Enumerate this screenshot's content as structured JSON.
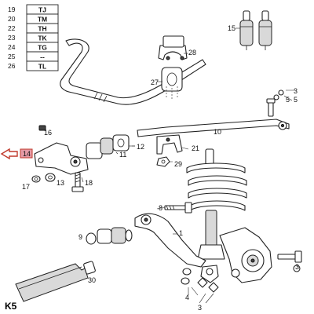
{
  "colors": {
    "highlight_fill": "#e59aa6",
    "highlight_stroke": "#c0392b",
    "line": "#222222"
  },
  "table": [
    {
      "num": "19",
      "code": "TJ"
    },
    {
      "num": "20",
      "code": "TM"
    },
    {
      "num": "22",
      "code": "TH"
    },
    {
      "num": "23",
      "code": "TK"
    },
    {
      "num": "24",
      "code": "TG"
    },
    {
      "num": "25",
      "code": "--"
    },
    {
      "num": "26",
      "code": "TL"
    }
  ],
  "labels": {
    "p1": "1",
    "p3a": "3",
    "p3b": "3",
    "p3c": "3",
    "p4": "4",
    "p5a": "5",
    "p5b": "5",
    "p8": "8",
    "p9": "9",
    "p10": "10",
    "p11": "11",
    "p12": "12",
    "p13": "13",
    "p14": "14",
    "p15": "15",
    "p16": "16",
    "p17": "17",
    "p18": "18",
    "p21": "21",
    "p27": "27",
    "p28": "28",
    "p29": "29",
    "p30": "30"
  },
  "page_code": "K5"
}
